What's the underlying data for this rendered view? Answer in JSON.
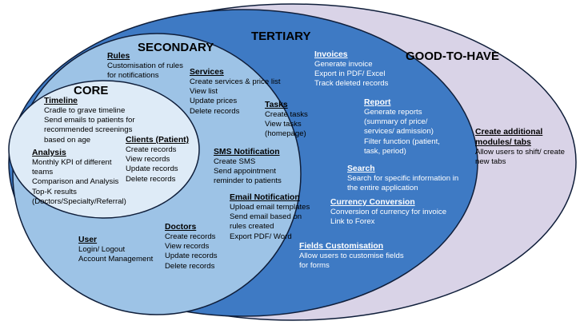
{
  "colors": {
    "good_to_have": "#D9D3E7",
    "tertiary": "#3E7AC4",
    "secondary": "#9DC3E6",
    "core": "#DEEBF7",
    "outline": "#0F1E3A"
  },
  "layers": {
    "good_to_have": "GOOD-TO-HAVE",
    "tertiary": "TERTIARY",
    "secondary": "SECONDARY",
    "core": "CORE"
  },
  "groups": {
    "timeline": {
      "title": "Timeline",
      "items": [
        "Cradle to grave timeline",
        "Send emails to patients for",
        "recommended screenings",
        "based on age"
      ]
    },
    "analysis": {
      "title": "Analysis",
      "items": [
        "Monthly KPI of different",
        "teams",
        "Comparison and Analysis",
        "Top-K results",
        "(Doctors/Specialty/Referral)"
      ]
    },
    "clients": {
      "title": "Clients (Patient)",
      "items": [
        "Create records",
        "View records",
        "Update records",
        "Delete records"
      ]
    },
    "rules": {
      "title": "Rules",
      "items": [
        "Customisation of rules",
        "for notifications"
      ]
    },
    "services": {
      "title": "Services",
      "items": [
        "Create services & price list",
        "View list",
        "Update prices",
        "Delete records"
      ]
    },
    "tasks": {
      "title": "Tasks",
      "items": [
        "Create tasks",
        "View tasks",
        "(homepage)"
      ]
    },
    "sms": {
      "title": "SMS Notification",
      "items": [
        "Create SMS",
        "Send appointment",
        "reminder to patients"
      ]
    },
    "email": {
      "title": "Email Notification",
      "items": [
        "Upload email templates",
        "Send email based on",
        "rules created",
        "Export PDF/ Word"
      ]
    },
    "doctors": {
      "title": "Doctors",
      "items": [
        "Create records",
        "View records",
        "Update records",
        "Delete records"
      ]
    },
    "user": {
      "title": "User",
      "items": [
        "Login/ Logout",
        "Account Management"
      ]
    },
    "invoices": {
      "title": "Invoices",
      "items": [
        "Generate invoice",
        "Export in PDF/ Excel",
        "Track deleted records"
      ]
    },
    "report": {
      "title": "Report",
      "items": [
        "Generate reports",
        "(summary of price/",
        "services/ admission)",
        "Filter function (patient,",
        "task, period)"
      ]
    },
    "search": {
      "title": "Search",
      "items": [
        "Search for specific information in",
        "the entire application"
      ]
    },
    "currency": {
      "title": "Currency Conversion",
      "items": [
        "Conversion of currency for invoice",
        "Link to Forex"
      ]
    },
    "fields": {
      "title": "Fields Customisation",
      "items": [
        "Allow users to customise fields",
        "for forms"
      ]
    },
    "additional": {
      "title": "Create additional modules/ tabs",
      "title_lines": [
        "Create additional",
        "modules/ tabs"
      ],
      "items": [
        "Allow users to shift/ create",
        "new tabs"
      ]
    }
  }
}
